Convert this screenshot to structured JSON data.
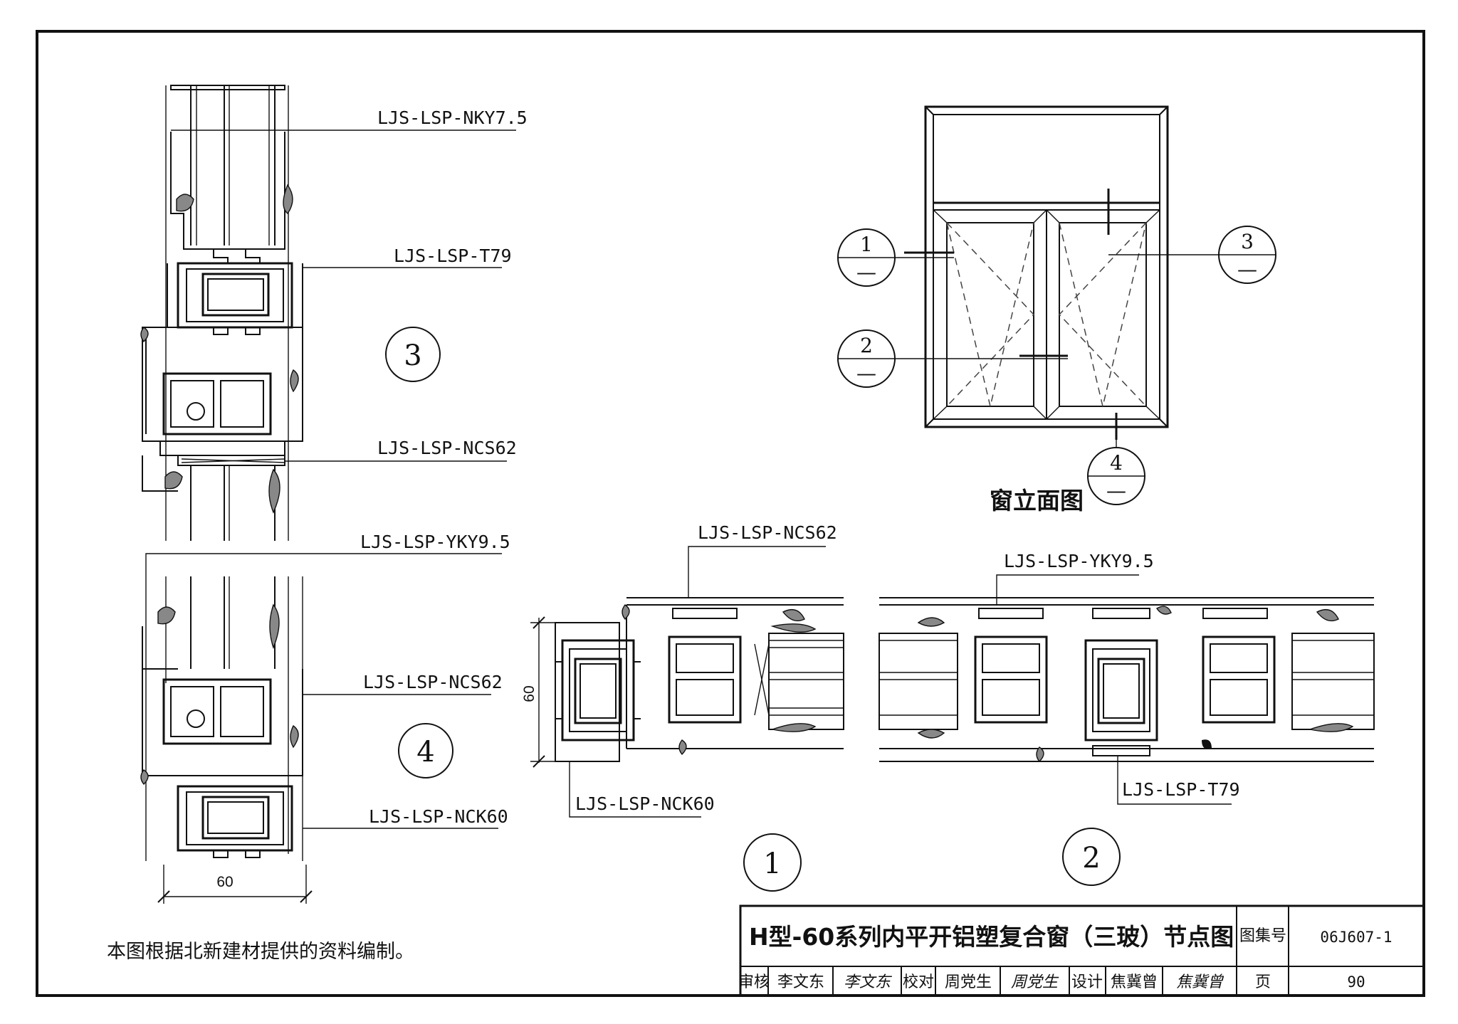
{
  "labels": {
    "nky75": "LJS-LSP-NKY7.5",
    "t79_top": "LJS-LSP-T79",
    "ncs62_a": "LJS-LSP-NCS62",
    "yky95_a": "LJS-LSP-YKY9.5",
    "ncs62_b": "LJS-LSP-NCS62",
    "nck60_a": "LJS-LSP-NCK60",
    "ncs62_c": "LJS-LSP-NCS62",
    "nck60_b": "LJS-LSP-NCK60",
    "yky95_b": "LJS-LSP-YKY9.5",
    "t79_b": "LJS-LSP-T79"
  },
  "dims": {
    "left": "60",
    "mid": "60"
  },
  "details": {
    "d1": "1",
    "d2": "2",
    "d3": "3",
    "d4": "4"
  },
  "markers": [
    {
      "num": "1",
      "sub": "—"
    },
    {
      "num": "2",
      "sub": "—"
    },
    {
      "num": "3",
      "sub": "—"
    },
    {
      "num": "4",
      "sub": "—"
    }
  ],
  "elevation_title": "窗立面图",
  "note": "本图根据北新建材提供的资料编制。",
  "title_block": {
    "title": "H型-60系列内平开铝塑复合窗（三玻）节点图",
    "atlas_label": "图集号",
    "atlas_no": "06J607-1",
    "review_label": "审核",
    "reviewer": "李文东",
    "reviewer_sig": "李文东",
    "check_label": "校对",
    "checker": "周党生",
    "checker_sig": "周党生",
    "design_label": "设计",
    "designer": "焦冀曾",
    "designer_sig": "焦冀曾",
    "page_label": "页",
    "page_no": "90"
  }
}
